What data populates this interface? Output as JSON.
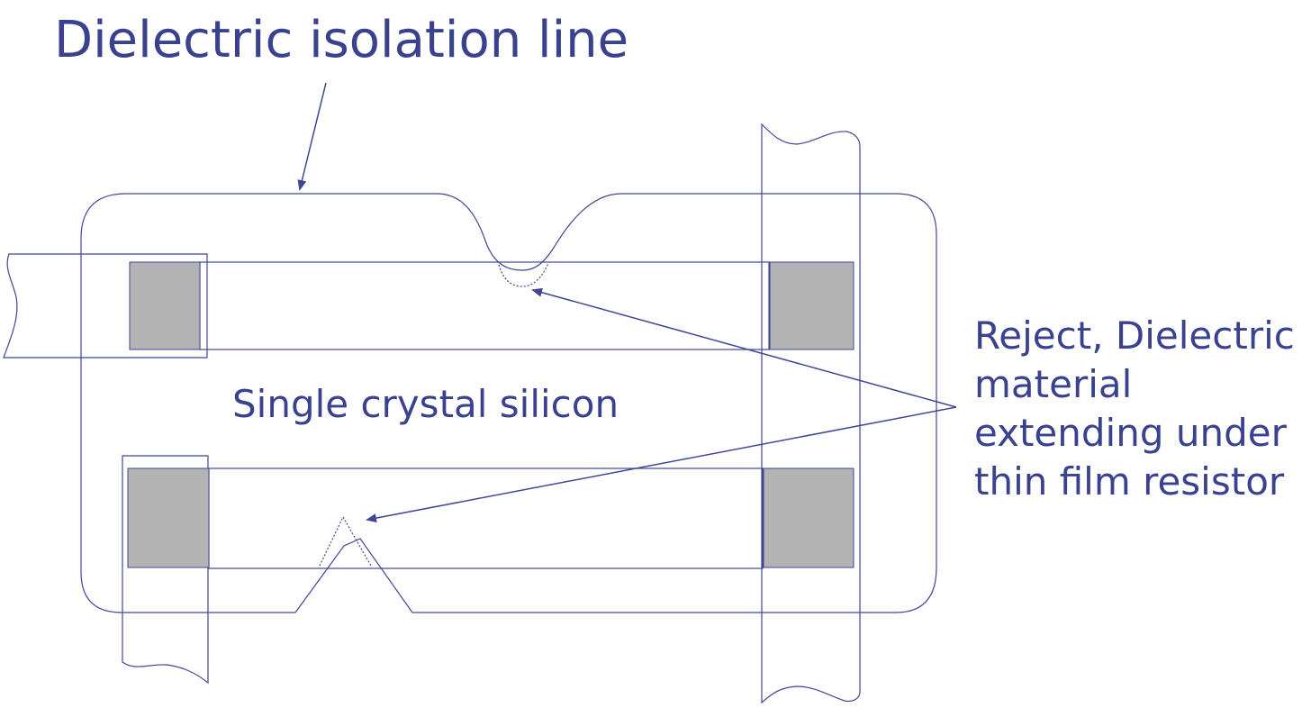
{
  "title": "Dielectric isolation line",
  "region_label": "Single crystal silicon",
  "callout": {
    "lines": [
      "Reject, Dielectric",
      "material",
      "extending under",
      "thin film resistor"
    ]
  },
  "colors": {
    "line": "#3f4696",
    "text": "#3a4290",
    "contact_fill": "#b3b3b3"
  }
}
